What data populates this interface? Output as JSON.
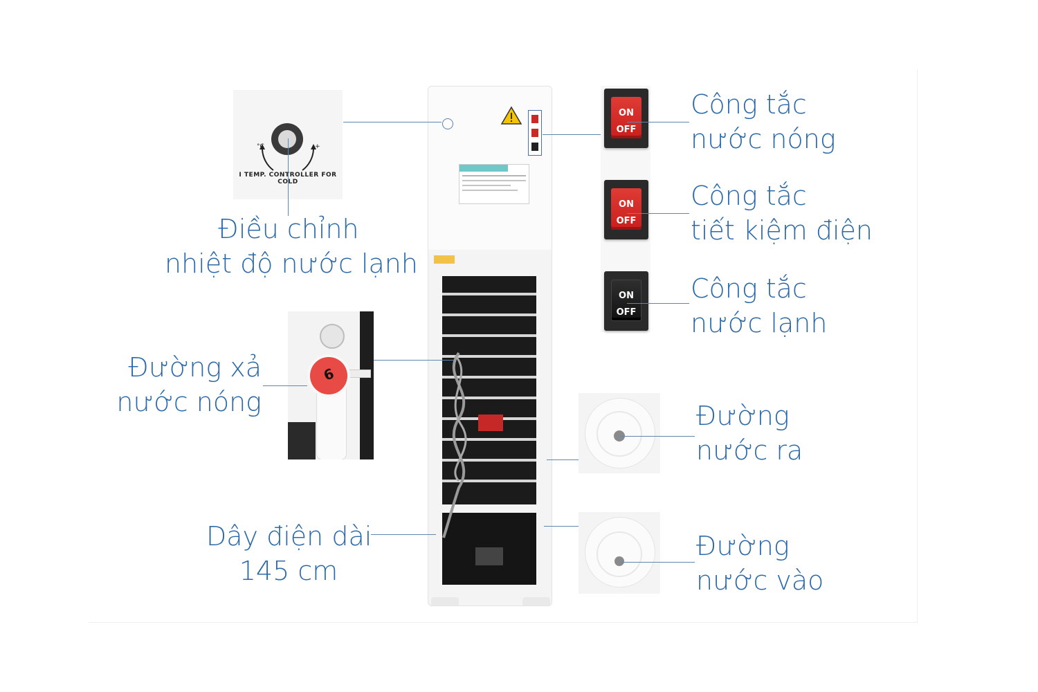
{
  "labels": {
    "temp_control": [
      "Điều chỉnh",
      "nhiệt độ nước lạnh"
    ],
    "hot_switch": [
      "Công tắc",
      "nước nóng"
    ],
    "eco_switch": [
      "Công tắc",
      "tiết kiệm điện"
    ],
    "cold_switch": [
      "Công tắc",
      "nước lạnh"
    ],
    "hot_drain": [
      "Đường xả",
      "nước nóng"
    ],
    "water_outlet": [
      "Đường",
      "nước ra"
    ],
    "power_cord": [
      "Dây điện dài",
      "145 cm"
    ],
    "water_inlet": [
      "Đường",
      "nước vào"
    ]
  },
  "switch_text": {
    "on": "ON",
    "off": "OFF"
  },
  "dial_text": "I TEMP. CONTROLLER FOR COLD",
  "drain_cap_text": "6",
  "colors": {
    "label_blue": "#2c69a8",
    "switch_red": "#d42a27",
    "switch_black": "#1a1a1a",
    "drain_cap": "#e84a45"
  },
  "icons": [
    "warning-triangle-icon"
  ]
}
